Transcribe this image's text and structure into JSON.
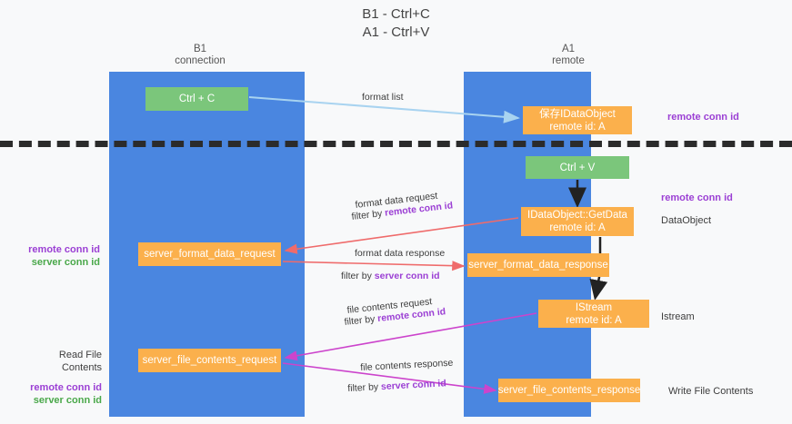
{
  "title": {
    "line1": "B1 - Ctrl+C",
    "line2": "A1 - Ctrl+V"
  },
  "columns": [
    {
      "id": "b1",
      "name": "B1",
      "role": "connection"
    },
    {
      "id": "a1",
      "name": "A1",
      "role": "remote"
    }
  ],
  "nodes": {
    "ctrl_c": {
      "label": "Ctrl + C",
      "color": "#7bc67b"
    },
    "save_idataobject": {
      "label": "保存IDataObject",
      "sub": "remote id: A",
      "color": "#fbb04c"
    },
    "ctrl_v": {
      "label": "Ctrl + V",
      "color": "#7bc67b"
    },
    "getdata": {
      "label": "IDataObject::GetData",
      "sub": "remote id: A",
      "color": "#fbb04c"
    },
    "server_format_data_request": {
      "label": "server_format_data_request",
      "color": "#fbb04c"
    },
    "server_format_data_response": {
      "label": "server_format_data_response",
      "color": "#fbb04c"
    },
    "istream": {
      "label": "IStream",
      "sub": "remote id: A",
      "color": "#fbb04c"
    },
    "server_file_contents_request": {
      "label": "server_file_contents_request",
      "color": "#fbb04c"
    },
    "server_file_contents_response": {
      "label": "server_file_contents_response",
      "color": "#fbb04c"
    }
  },
  "edge_labels": {
    "format_list": "format list",
    "format_data_request": "format data request",
    "format_data_request_filter_prefix": "filter by ",
    "format_data_request_filter_key": "remote conn id",
    "format_data_response": "format data response",
    "format_data_response_filter_prefix": "filter by ",
    "format_data_response_filter_key": "server conn id",
    "file_contents_request": "file contents request",
    "file_contents_request_filter_prefix": "filter by ",
    "file_contents_request_filter_key": "remote conn id",
    "file_contents_response": "file contents response",
    "file_contents_response_filter_prefix": "filter by ",
    "file_contents_response_filter_key": "server conn id"
  },
  "annotations": {
    "right_remote_conn_id_top": "remote conn id",
    "right_remote_conn_id_mid": "remote conn id",
    "right_dataobject": "DataObject",
    "right_istream": "Istream",
    "right_write_file_contents": "Write File Contents",
    "left_remote_conn_id_mid": "remote conn id",
    "left_server_conn_id_mid": "server conn id",
    "left_read_file_contents": "Read File Contents",
    "left_remote_conn_id_bot": "remote conn id",
    "left_server_conn_id_bot": "server conn id"
  },
  "colors": {
    "lane": "#4a86e0",
    "green_node": "#7bc67b",
    "orange_node": "#fbb04c",
    "purple_text": "#9b3fd4",
    "green_text": "#4aa84a",
    "arrow_blue": "#a8d3f0",
    "arrow_red": "#ef6b6b",
    "arrow_magenta": "#cc44cc",
    "arrow_black": "#222222",
    "separator": "#2b2b2b",
    "background": "#f8f9fa"
  }
}
